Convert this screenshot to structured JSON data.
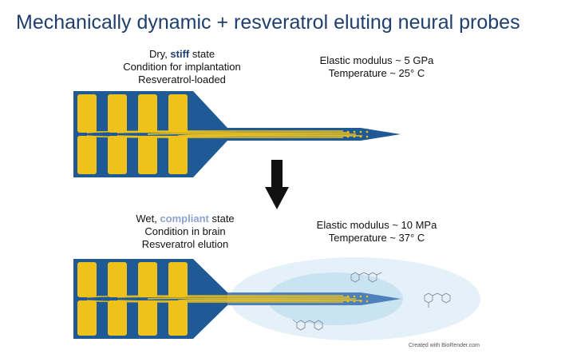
{
  "title": "Mechanically dynamic + resveratrol eluting neural probes",
  "dry_state": {
    "prefix": "Dry, ",
    "highlight": "stiff",
    "suffix": " state",
    "line2": "Condition for implantation",
    "line3": "Resveratrol-loaded",
    "modulus": "Elastic modulus ~ 5 GPa",
    "temperature": "Temperature ~ 25° C"
  },
  "wet_state": {
    "prefix": "Wet, ",
    "highlight": "compliant",
    "suffix": " state",
    "line2": "Condition in brain",
    "line3": "Resveratrol elution",
    "modulus": "Elastic modulus ~ 10 MPa",
    "temperature": "Temperature ~ 37° C"
  },
  "credit": "Created with BioRender.com",
  "colors": {
    "title": "#1f3f6e",
    "stiff_highlight": "#1f3f6e",
    "compliant_highlight": "#8fa3cc",
    "probe_body": "#1f5a96",
    "probe_pads": "#eec21b",
    "elution_halo": "#c9e3f2",
    "arrow": "#111111"
  }
}
